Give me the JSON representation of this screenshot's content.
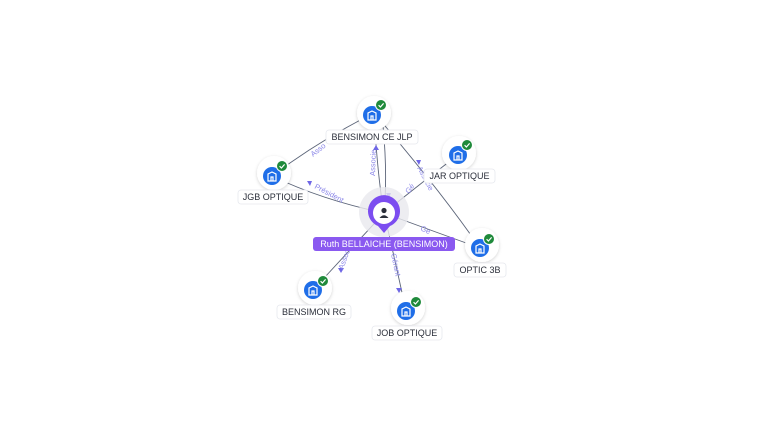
{
  "colors": {
    "company_node": "#1f6ee8",
    "verified_badge": "#1f8a3b",
    "center_node": "#7c4df0",
    "edge_label": "#8a86e8",
    "edge_line": "#5b6478"
  },
  "center": {
    "label": "Ruth BELLAICHE (BENSIMON)",
    "icon": "person-icon"
  },
  "companies": [
    {
      "id": "bensimon-ce-jlp",
      "label": "BENSIMON CE JLP",
      "icon": "building-icon",
      "badge": "check-icon"
    },
    {
      "id": "jar-optique",
      "label": "JAR OPTIQUE",
      "icon": "building-icon",
      "badge": "check-icon"
    },
    {
      "id": "jgb-optique",
      "label": "JGB OPTIQUE",
      "icon": "building-icon",
      "badge": "check-icon"
    },
    {
      "id": "optic-3b",
      "label": "OPTIC 3B",
      "icon": "building-icon",
      "badge": "check-icon"
    },
    {
      "id": "bensimon-rg",
      "label": "BENSIMON RG",
      "icon": "building-icon",
      "badge": "check-icon"
    },
    {
      "id": "job-optique",
      "label": "JOB OPTIQUE",
      "icon": "building-icon",
      "badge": "check-icon"
    }
  ],
  "edges": [
    {
      "id": "e1",
      "label": "Associe"
    },
    {
      "id": "e2",
      "label": "Asso"
    },
    {
      "id": "e3",
      "label": "Président"
    },
    {
      "id": "e4",
      "label": "Associe"
    },
    {
      "id": "e5",
      "label": "Ge"
    },
    {
      "id": "e6",
      "label": "Gé"
    },
    {
      "id": "e7",
      "label": "Assoc"
    },
    {
      "id": "e8",
      "label": "Gérant"
    }
  ]
}
